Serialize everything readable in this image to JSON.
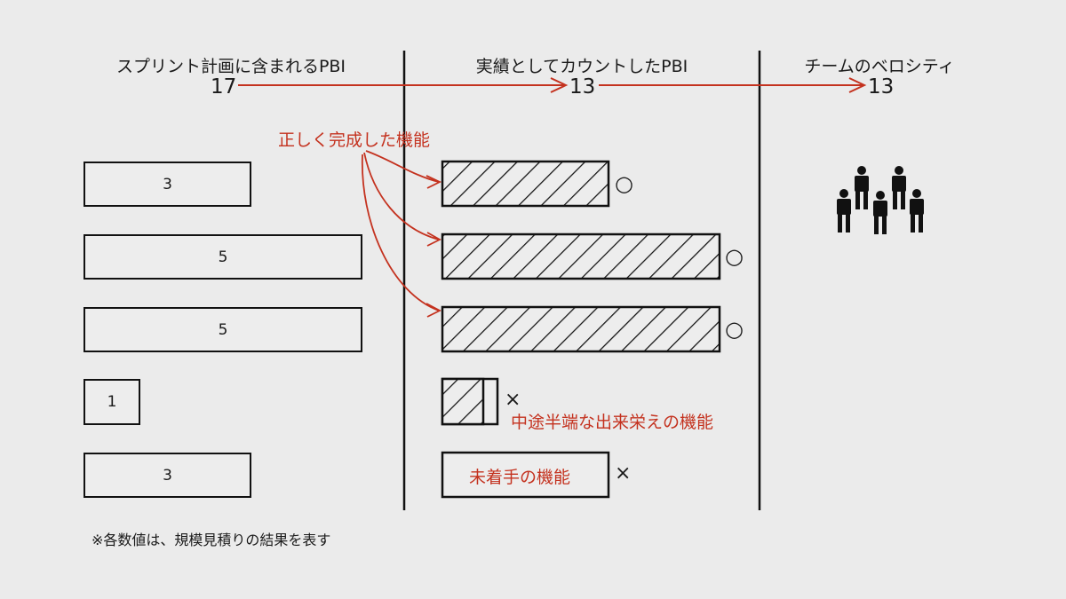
{
  "columns": {
    "planned": {
      "title": "スプリント計画に含まれるPBI",
      "total": "17"
    },
    "counted": {
      "title": "実績としてカウントしたPBI",
      "total": "13"
    },
    "velocity": {
      "title": "チームのベロシティ",
      "total": "13"
    }
  },
  "planned_items": [
    "3",
    "5",
    "5",
    "1",
    "3"
  ],
  "result_marks": {
    "done": "○",
    "not_done": "×"
  },
  "labels": {
    "done_features": "正しく完成した機能",
    "half_done": "中途半端な出来栄えの機能",
    "not_started": "未着手の機能"
  },
  "footnote": "※各数値は、規模見積りの結果を表す",
  "colors": {
    "accent": "#c4321f",
    "ink": "#111111",
    "background": "#ebebeb"
  },
  "icons": {
    "team": "team-people-icon"
  }
}
